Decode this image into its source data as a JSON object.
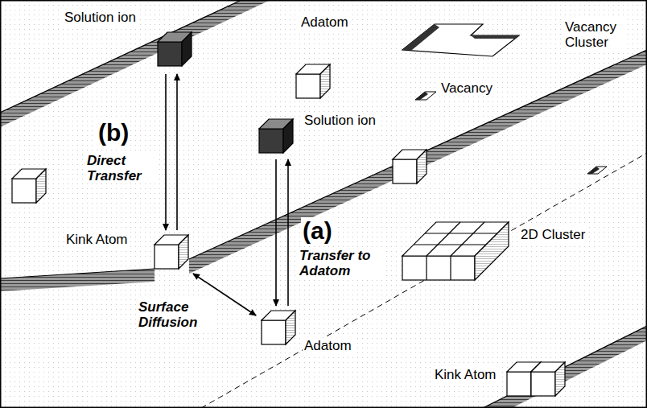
{
  "diagram": {
    "labels": [
      "Solution ion",
      "Adatom",
      "Vacancy Cluster",
      "Vacancy",
      "Solution ion",
      "(b)",
      "Direct Transfer",
      "Kink Atom",
      "(a)",
      "Transfer to Adatom",
      "2D Cluster",
      "Surface Diffusion",
      "Adatom",
      "Kink Atom"
    ]
  }
}
